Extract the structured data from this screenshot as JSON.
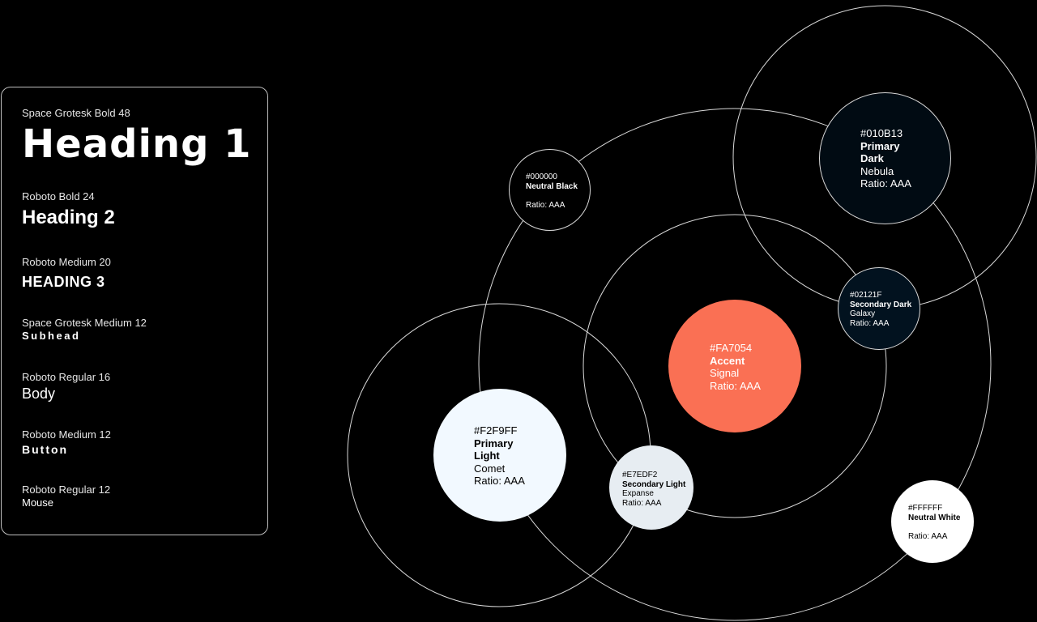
{
  "typography": [
    {
      "caption": "Space Grotesk Bold 48",
      "sample": "Heading 1"
    },
    {
      "caption": "Roboto Bold 24",
      "sample": "Heading 2"
    },
    {
      "caption": "Roboto Medium 20",
      "sample": "HEADING 3"
    },
    {
      "caption": "Space Grotesk Medium 12",
      "sample": "Subhead"
    },
    {
      "caption": "Roboto Regular 16",
      "sample": "Body"
    },
    {
      "caption": "Roboto Medium 12",
      "sample": "Button"
    },
    {
      "caption": "Roboto Regular 12",
      "sample": "Mouse"
    }
  ],
  "colors": {
    "neutral_black": {
      "hex": "#000000",
      "name": "Neutral Black",
      "ratio": "Ratio: AAA"
    },
    "primary_dark": {
      "hex": "#010B13",
      "name_line1": "Primary",
      "name_line2": "Dark",
      "nickname": "Nebula",
      "ratio": "Ratio: AAA"
    },
    "secondary_dark": {
      "hex": "#02121F",
      "name": "Secondary Dark",
      "nickname": "Galaxy",
      "ratio": "Ratio: AAA"
    },
    "accent": {
      "hex": "#FA7054",
      "name": "Accent",
      "nickname": "Signal",
      "ratio": "Ratio: AAA"
    },
    "primary_light": {
      "hex": "#F2F9FF",
      "name_line1": "Primary",
      "name_line2": "Light",
      "nickname": "Comet",
      "ratio": "Ratio: AAA"
    },
    "secondary_light": {
      "hex": "#E7EDF2",
      "name": "Secondary Light",
      "nickname": "Expanse",
      "ratio": "Ratio: AAA"
    },
    "neutral_white": {
      "hex": "#FFFFFF",
      "name": "Neutral White",
      "ratio": "Ratio: AAA"
    }
  }
}
